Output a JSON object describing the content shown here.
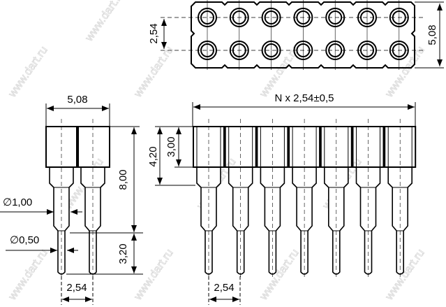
{
  "watermark": "www.dart.ru",
  "top_view": {
    "pitch_label": "2,54",
    "width_label": "5,08"
  },
  "side_view": {
    "width_label": "5,08",
    "height_label": "8,00",
    "tail_label": "3,20",
    "dia_upper_label": "∅1,00",
    "dia_lower_label": "∅0,50",
    "pitch_label": "2,54"
  },
  "front_view": {
    "length_label": "N x 2,54±0,5",
    "body_label": "3,00",
    "shoulder_label": "4,20",
    "pitch_label": "2,54"
  },
  "pin_count_per_row": 7
}
